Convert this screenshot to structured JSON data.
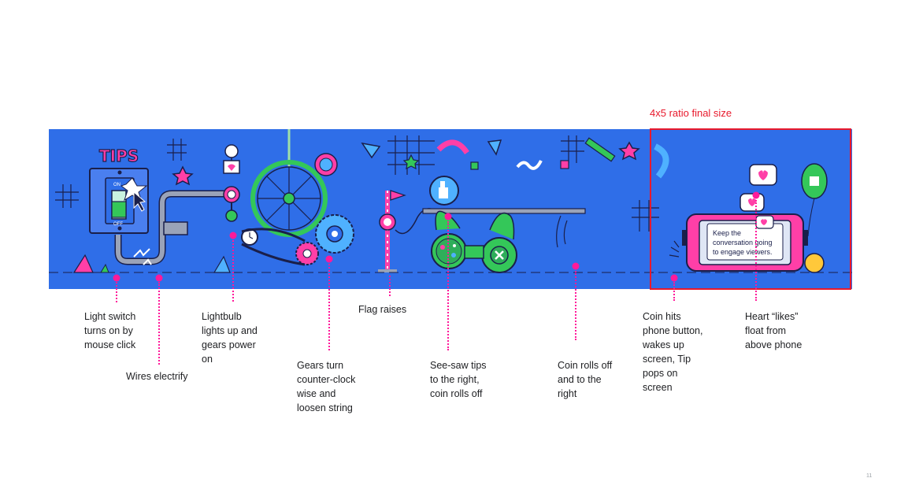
{
  "frame": {
    "label": "4x5 ratio final size"
  },
  "illustration": {
    "tips_label": "TIPS",
    "switch_on": "ON",
    "switch_off": "OFF",
    "phone_message": [
      "Keep the",
      "conversation going",
      "to engage viewers."
    ]
  },
  "captions": [
    {
      "id": "light-switch",
      "lines": [
        "Light switch",
        "turns on by",
        "mouse  click"
      ]
    },
    {
      "id": "wires",
      "lines": [
        "Wires electrify"
      ]
    },
    {
      "id": "lightbulb",
      "lines": [
        "Lightbulb",
        "lights up and",
        "gears power",
        "on"
      ]
    },
    {
      "id": "gears",
      "lines": [
        "Gears turn",
        "counter-clock",
        "wise and",
        "loosen string"
      ]
    },
    {
      "id": "flag",
      "lines": [
        "Flag raises"
      ]
    },
    {
      "id": "see-saw",
      "lines": [
        "See-saw tips",
        "to the right,",
        "coin rolls off"
      ]
    },
    {
      "id": "coin-rolls",
      "lines": [
        "Coin rolls off",
        "and to the",
        "right"
      ]
    },
    {
      "id": "coin-hits",
      "lines": [
        "Coin hits",
        "phone button,",
        "wakes up",
        "screen, Tip",
        "pops on",
        "screen"
      ]
    },
    {
      "id": "hearts",
      "lines": [
        "Heart “likes”",
        "float from",
        "above phone"
      ]
    }
  ],
  "page_number": "11",
  "colors": {
    "banner": "#2f6ee8",
    "marker": "#ff1a9a",
    "frame": "#e8192c"
  }
}
